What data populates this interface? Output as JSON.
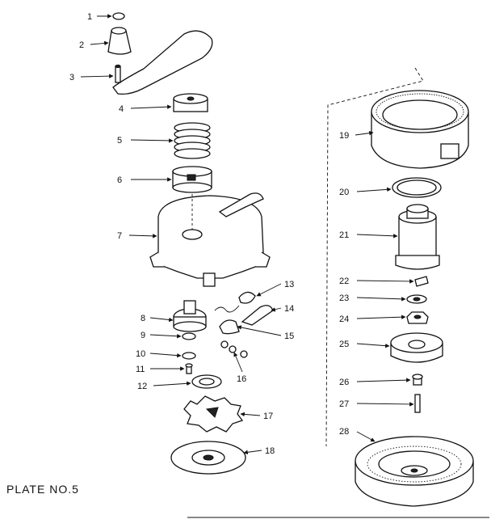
{
  "plate_label": "PLATE NO.5",
  "parts": [
    {
      "id": "part-1",
      "number": "1"
    },
    {
      "id": "part-2",
      "number": "2"
    },
    {
      "id": "part-3",
      "number": "3"
    },
    {
      "id": "part-4",
      "number": "4"
    },
    {
      "id": "part-5",
      "number": "5"
    },
    {
      "id": "part-6",
      "number": "6"
    },
    {
      "id": "part-7",
      "number": "7"
    },
    {
      "id": "part-8",
      "number": "8"
    },
    {
      "id": "part-9",
      "number": "9"
    },
    {
      "id": "part-10",
      "number": "10"
    },
    {
      "id": "part-11",
      "number": "11"
    },
    {
      "id": "part-12",
      "number": "12"
    },
    {
      "id": "part-13",
      "number": "13"
    },
    {
      "id": "part-14",
      "number": "14"
    },
    {
      "id": "part-15",
      "number": "15"
    },
    {
      "id": "part-16",
      "number": "16"
    },
    {
      "id": "part-17",
      "number": "17"
    },
    {
      "id": "part-18",
      "number": "18"
    },
    {
      "id": "part-19",
      "number": "19"
    },
    {
      "id": "part-20",
      "number": "20"
    },
    {
      "id": "part-21",
      "number": "21"
    },
    {
      "id": "part-22",
      "number": "22"
    },
    {
      "id": "part-23",
      "number": "23"
    },
    {
      "id": "part-24",
      "number": "24"
    },
    {
      "id": "part-25",
      "number": "25"
    },
    {
      "id": "part-26",
      "number": "26"
    },
    {
      "id": "part-27",
      "number": "27"
    },
    {
      "id": "part-28",
      "number": "28"
    }
  ]
}
